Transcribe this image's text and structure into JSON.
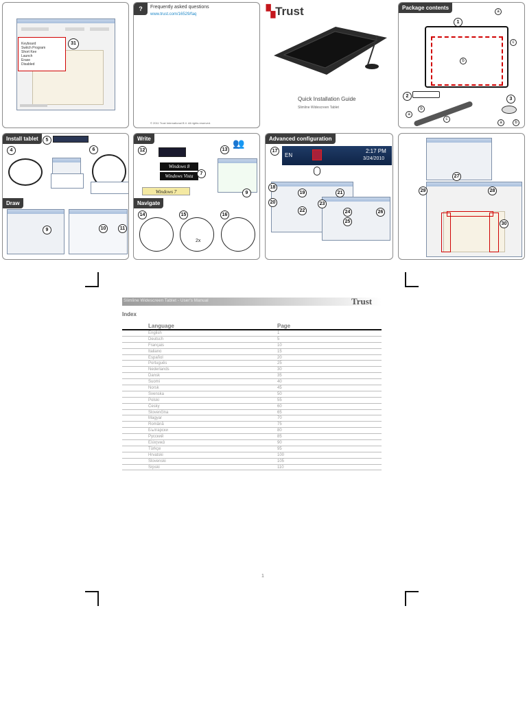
{
  "panels": {
    "faq": {
      "label": "Frequently asked questions",
      "url": "www.trust.com/16529/faq",
      "copyright": "© 2011 Trust International B.V. All rights reserved."
    },
    "cover": {
      "brand": "Trust",
      "guide_title": "Quick Installation Guide",
      "product": "Slimline Widescreen Tablet"
    },
    "package": {
      "title": "Package contents"
    },
    "install": {
      "title": "Install tablet"
    },
    "write": {
      "title": "Write",
      "windows": [
        "Windows 8",
        "Windows Vista",
        "Windows 7"
      ]
    },
    "draw": {
      "title": "Draw"
    },
    "navigate": {
      "title": "Navigate",
      "double_tap": "2x"
    },
    "advanced": {
      "title": "Advanced configuration",
      "taskbar_lang": "EN",
      "time": "2:17 PM",
      "date": "3/24/2010"
    }
  },
  "manual": {
    "header": "Slimline Widescreen Tablet - User's Manual",
    "brand": "Trust",
    "index_title": "Index",
    "col_language": "Language",
    "col_page": "Page",
    "rows": [
      {
        "lang": "English",
        "page": "1"
      },
      {
        "lang": "Deutsch",
        "page": "5"
      },
      {
        "lang": "Français",
        "page": "10"
      },
      {
        "lang": "Italiano",
        "page": "15"
      },
      {
        "lang": "Español",
        "page": "20"
      },
      {
        "lang": "Português",
        "page": "25"
      },
      {
        "lang": "Nederlands",
        "page": "30"
      },
      {
        "lang": "Dansk",
        "page": "35"
      },
      {
        "lang": "Suomi",
        "page": "40"
      },
      {
        "lang": "Norsk",
        "page": "45"
      },
      {
        "lang": "Svenska",
        "page": "50"
      },
      {
        "lang": "Polski",
        "page": "55"
      },
      {
        "lang": "Česky",
        "page": "60"
      },
      {
        "lang": "Slovenčina",
        "page": "65"
      },
      {
        "lang": "Magyar",
        "page": "70"
      },
      {
        "lang": "Română",
        "page": "75"
      },
      {
        "lang": "Български",
        "page": "80"
      },
      {
        "lang": "Русский",
        "page": "85"
      },
      {
        "lang": "Ελληνικά",
        "page": "90"
      },
      {
        "lang": "Türkçe",
        "page": "95"
      },
      {
        "lang": "Hrvatski",
        "page": "100"
      },
      {
        "lang": "Slovenski",
        "page": "105"
      },
      {
        "lang": "Srpski",
        "page": "110"
      }
    ],
    "page_number": "1"
  }
}
